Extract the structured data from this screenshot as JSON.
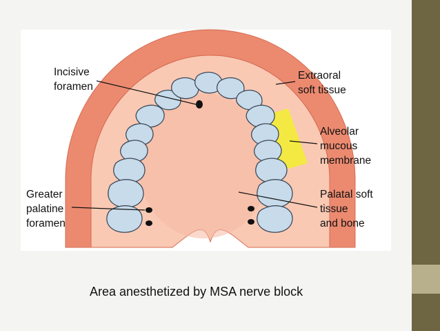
{
  "diagram": {
    "labels": {
      "incisive_foramen": [
        "Incisive",
        "foramen"
      ],
      "extraoral_soft_tissue": [
        "Extraoral",
        "soft tissue"
      ],
      "alveolar_mucous_membrane": [
        "Alveolar",
        "mucous",
        "membrane"
      ],
      "greater_palatine_foramen": [
        "Greater",
        "palatine",
        "foramen"
      ],
      "palatal_soft_tissue": [
        "Palatal soft",
        "tissue",
        "and bone"
      ]
    },
    "colors": {
      "outer_tissue": "#ec8a70",
      "inner_palate": "#f9c9b4",
      "teeth": "#c7dbea",
      "tooth_outline": "#3c4a5a",
      "highlight": "#f3ee2e",
      "sidebar": "#6e6543",
      "sidebar_tab": "#b8b08c"
    }
  },
  "caption": "Area anesthetized by MSA nerve block"
}
